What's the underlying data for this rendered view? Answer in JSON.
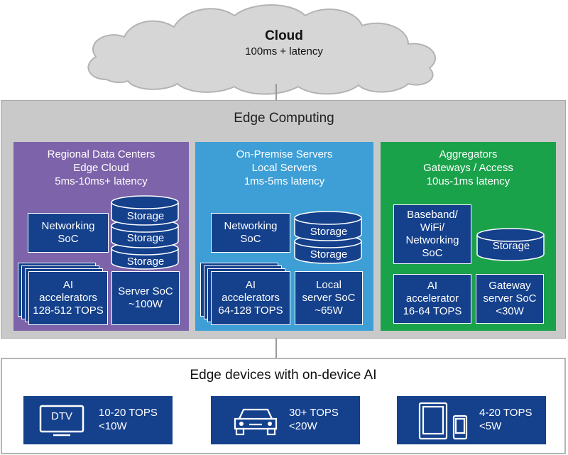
{
  "cloud": {
    "title": "Cloud",
    "latency": "100ms + latency"
  },
  "edge": {
    "title": "Edge Computing",
    "regional": {
      "title_line1": "Regional Data Centers",
      "title_line2": "Edge Cloud",
      "latency": "5ms-10ms+ latency",
      "networking": [
        "Networking",
        "SoC"
      ],
      "storage": [
        "Storage",
        "Storage",
        "Storage"
      ],
      "ai": [
        "AI",
        "accelerators",
        "128-512 TOPS"
      ],
      "server": [
        "Server SoC",
        "~100W"
      ],
      "color": "#7d63a9"
    },
    "onpremise": {
      "title_line1": "On-Premise Servers",
      "title_line2": "Local Servers",
      "latency": "1ms-5ms latency",
      "networking": [
        "Networking",
        "SoC"
      ],
      "storage": [
        "Storage",
        "Storage"
      ],
      "ai": [
        "AI",
        "accelerators",
        "64-128 TOPS"
      ],
      "server": [
        "Local",
        "server SoC",
        "~65W"
      ],
      "color": "#3d9fd6"
    },
    "aggregators": {
      "title_line1": "Aggregators",
      "title_line2": "Gateways / Access",
      "latency": "10us-1ms latency",
      "baseband": [
        "Baseband/",
        "WiFi/",
        "Networking",
        "SoC"
      ],
      "storage": [
        "Storage"
      ],
      "ai": [
        "AI",
        "accelerator",
        "16-64 TOPS"
      ],
      "gateway": [
        "Gateway",
        "server SoC",
        "<30W"
      ],
      "color": "#1aa24a"
    }
  },
  "devices": {
    "title": "Edge devices with on-device AI",
    "items": [
      {
        "icon": "tv-icon",
        "icon_label": "DTV",
        "tops": "10-20 TOPS",
        "power": "<10W"
      },
      {
        "icon": "car-icon",
        "tops": "30+ TOPS",
        "power": "<20W"
      },
      {
        "icon": "tablet-phone-icon",
        "tops": "4-20 TOPS",
        "power": "<5W"
      }
    ]
  },
  "colors": {
    "box": "#14408c",
    "edge_bg": "#c9c9c9"
  }
}
